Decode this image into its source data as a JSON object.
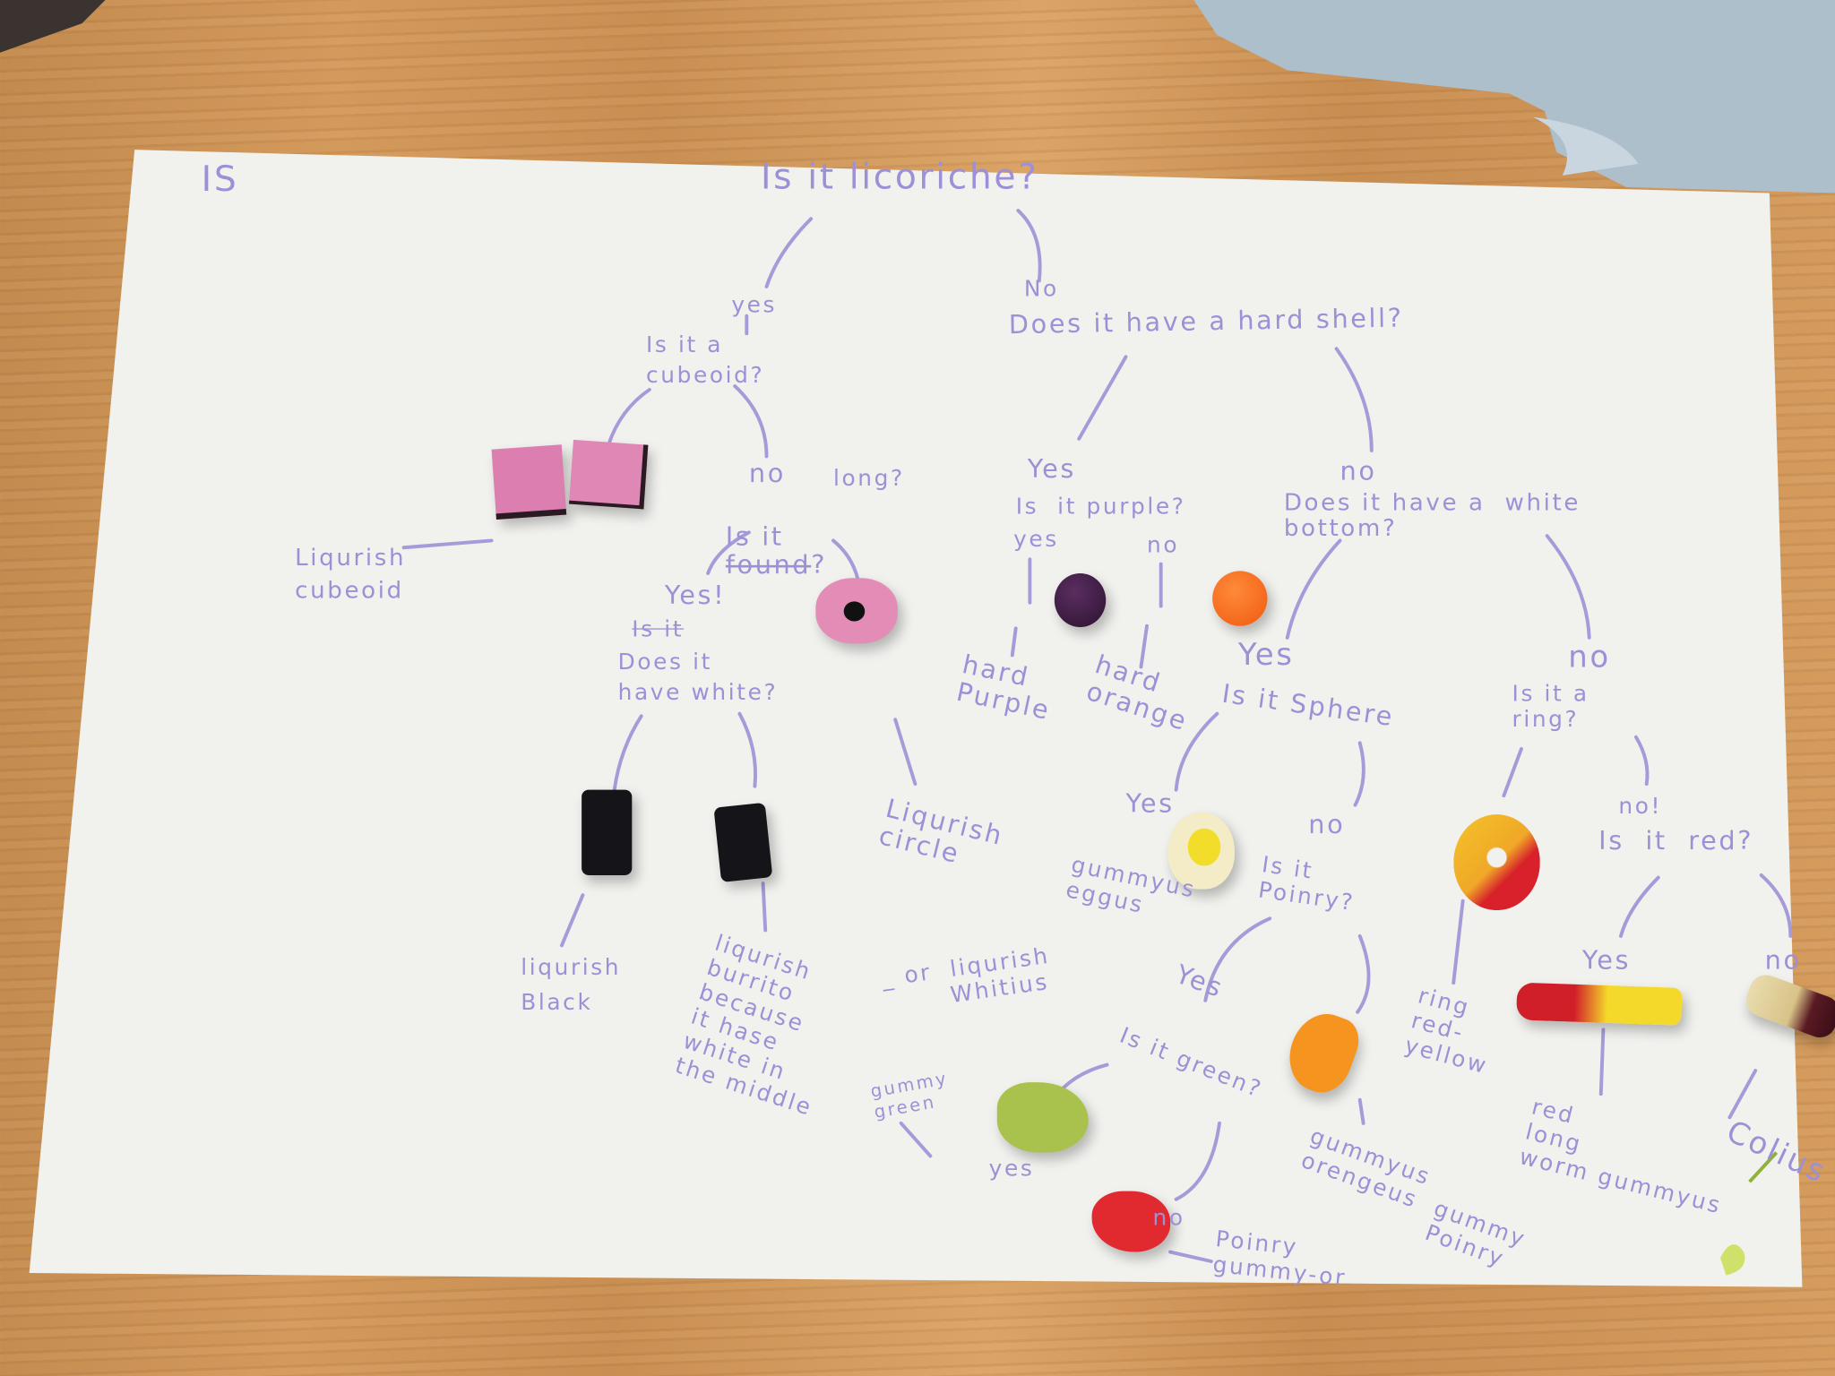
{
  "colors": {
    "ink": "#9d90d6",
    "paper": "#f1f1ee",
    "wood": "#cf955a",
    "fabric": "#aebfcc"
  },
  "diagram": {
    "corner_mark": "IS",
    "root_question": "Is it licoriche?",
    "branches": {
      "root_yes": "yes",
      "root_no": "No",
      "q_cubeoid": "Is it a\ncubeoid?",
      "q_hard_shell": "Does it have a hard shell?",
      "cubeoid_no": "no",
      "q_long": "Is it",
      "q_long_struck": "found",
      "q_long_mark": "?",
      "q_long_insert": "long?",
      "leaf_liqurish_cubeoid": "Liqurish\ncubeoid",
      "shell_yes": "Yes",
      "q_purple": "Is  it purple?",
      "purple_yes": "yes",
      "purple_no": "no",
      "shell_no": "no",
      "q_white_bottom": "Does it have a  white\nbottom?",
      "long_yes": "Yes!",
      "struck_is_it": "Is it",
      "q_have_white": "Does it\nhave white?",
      "leaf_hard_purple": "hard\nPurple",
      "leaf_hard_orange": "hard\norange",
      "white_bottom_yes": "Yes",
      "q_sphere": "Is it Sphere",
      "white_bottom_no": "no",
      "q_ring": "Is it a\nring?",
      "sphere_yes": "Yes",
      "sphere_no": "no",
      "q_pointy": "Is it\nPoinry?",
      "ring_no": "no!",
      "q_red": "Is  it  red?",
      "leaf_liqurish_circle": "Liqurish\ncircle",
      "leaf_gummyus_eggus": "gummyus\neggus",
      "leaf_liqurish_black": "liqurish\nBlack",
      "leaf_liqurish_burrito": "liqurish\nburrito\nbecause\nit hase\nwhite in\nthe middle",
      "leaf_or_whitius": "_ or  liqurish\n       Whitius",
      "pointy_yes": "Yes",
      "q_green": "Is it green?",
      "leaf_gummy_green": "gummy\ngreen",
      "green_yes": "yes",
      "green_no": "no",
      "leaf_ring_red_yellow": "ring\nred-\nyellow",
      "red_yes": "Yes",
      "red_no": "no",
      "leaf_red_long_worm": "red\nlong\nworm gummyus",
      "leaf_colius": "Colius",
      "leaf_gummyus_orengeus": "gummyus\norengeus  gummy\n               Poinry",
      "leaf_poinry_gummy": "Poinry\ngummy-or"
    }
  }
}
